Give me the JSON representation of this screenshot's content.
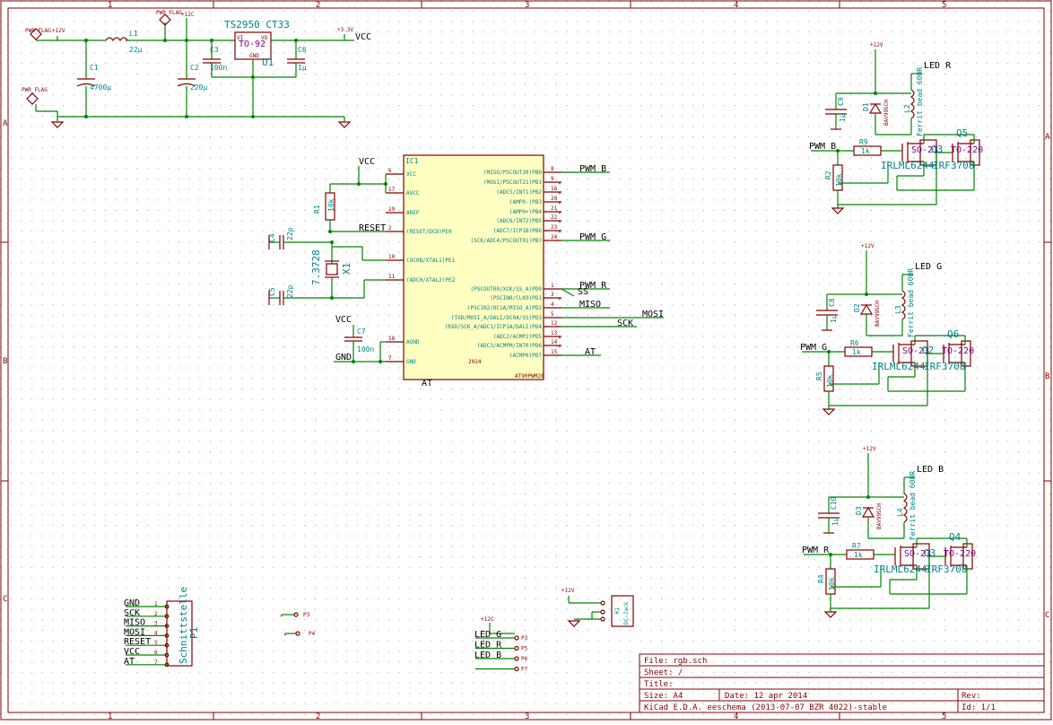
{
  "title_block": {
    "file": "File: rgb.sch",
    "sheet": "Sheet: /",
    "title": "Title:",
    "size": "Size: A4",
    "date": "Date: 12 apr 2014",
    "rev": "Rev:",
    "app": "KiCad E.D.A.  eeschema (2013-07-07 BZR 4022)-stable",
    "id": "Id: 1/1"
  },
  "border": {
    "cols": [
      "1",
      "2",
      "3",
      "4",
      "5"
    ],
    "rows": [
      "A",
      "B",
      "C"
    ]
  },
  "power": {
    "pwr_flag_1": "PWR_FLAG",
    "pwr_flag_2": "PWR_FLAG",
    "pwr_flag_3": "PWR_FLAG",
    "plus12_a": "+12V",
    "plus12_b": "+12C",
    "plus33": "+3.3V",
    "vcc_label": "VCC",
    "l1_ref": "L1",
    "l1_val": "22µ",
    "c1_ref": "C1",
    "c1_val": "4700µ",
    "c2_ref": "C2",
    "c2_val": "220µ",
    "c3_ref": "C3",
    "c3_val": "100n",
    "c6_ref": "C6",
    "c6_val": "1µ",
    "reg_name": "TS2950 CT33",
    "reg_pkg": "TO-92",
    "reg_ref": "U1",
    "reg_gnd": "GND",
    "reg_vi": "VI",
    "reg_vo": "VO"
  },
  "mcu": {
    "ref": "IC1",
    "name": "AT90PWM28",
    "dots": "2024",
    "label_at": "AT",
    "left_pins": [
      {
        "num": "6",
        "name": "VCC"
      },
      {
        "num": "17",
        "name": "AVCC"
      },
      {
        "num": "19",
        "name": "AREF"
      },
      {
        "num": "2",
        "name": "(RESET/DCD)PE0"
      },
      {
        "num": "10",
        "name": "(OC0B/XTAL1)PE1"
      },
      {
        "num": "11",
        "name": "(ADC0/XTAL2)PE2"
      },
      {
        "num": "18",
        "name": "AGND"
      },
      {
        "num": "7",
        "name": "GND"
      }
    ],
    "right_pins": [
      {
        "num": "8",
        "name": "(MISO/PSCOUT20)PB0"
      },
      {
        "num": "9",
        "name": "(MOSI/PSCOUT21)PB1"
      },
      {
        "num": "16",
        "name": "(ADC5/INT1)PB2"
      },
      {
        "num": "20",
        "name": "(AMP0-)PB3"
      },
      {
        "num": "21",
        "name": "(AMP0+)PB4"
      },
      {
        "num": "22",
        "name": "(ADC6/INT2)PB5"
      },
      {
        "num": "23",
        "name": "(ADC7/ICP1B)PB6"
      },
      {
        "num": "24",
        "name": "(SCK/ADC4/PSCOUT01)PB7"
      },
      {
        "num": "1",
        "name": "(PSCOUT00/XCK/SS_A)PD0"
      },
      {
        "num": "3",
        "name": "(PSCIN0/CLK0)PD1"
      },
      {
        "num": "4",
        "name": "(PSCIN2/OC1A/MISO_A)PD2"
      },
      {
        "num": "5",
        "name": "(TXD/MOSI_A/DALI/OC0A/SS)PD3"
      },
      {
        "num": "12",
        "name": "(RXD/SCK_A/ADC1/ICP1A/DALI)PD4"
      },
      {
        "num": "13",
        "name": "(ADC2/ACMP2)PD5"
      },
      {
        "num": "14",
        "name": "(ADC3/ACMPM/INT0)PD6"
      },
      {
        "num": "15",
        "name": "(ACMP0)PD7"
      }
    ]
  },
  "mcu_nets": {
    "vcc": "VCC",
    "reset": "RESET",
    "pwm_b": "PWM B",
    "pwm_g": "PWM G",
    "pwm_r": "PWM R",
    "ss": "SS",
    "miso": "MISO",
    "mosi": "MOSI",
    "sck": "SCK",
    "at": "AT",
    "vcc2": "VCC",
    "gnd": "GND",
    "r1_ref": "R1",
    "r1_val": "10k",
    "c4_ref": "C4",
    "c4_val": "22p",
    "c5_ref": "C5",
    "c5_val": "22p",
    "x1_ref": "X1",
    "x1_val": "7.3728",
    "c7_ref": "C7",
    "c7_val": "100n"
  },
  "drivers": [
    {
      "led": "LED R",
      "pwm": "PWM B",
      "pwr": "+12V",
      "cap": "C9",
      "cap_val": "1µ",
      "diode": "D1",
      "diode_val": "BAV99SCH",
      "ind": "L2",
      "ind_val": "Ferrit bead 600R",
      "res": "R9",
      "res_val": "1k",
      "pull": "R2",
      "pull_val": "10k",
      "q1": "Q3",
      "q2": "Q5",
      "q1_pkg": "SO-23",
      "q2_pkg": "TO-220",
      "q1_name": "IRLML6244",
      "q2_name": "IRF3708"
    },
    {
      "led": "LED G",
      "pwm": "PWM G",
      "pwr": "+12V",
      "cap": "C8",
      "cap_val": "1µ",
      "diode": "D2",
      "diode_val": "BAV99SCH",
      "ind": "L3",
      "ind_val": "Ferrit bead 600R",
      "res": "R6",
      "res_val": "1k",
      "pull": "R5",
      "pull_val": "10k",
      "q1": "Q2",
      "q2": "Q6",
      "q1_pkg": "SO-23",
      "q2_pkg": "TO-220",
      "q1_name": "IRLML6244",
      "q2_name": "IRF3708"
    },
    {
      "led": "LED B",
      "pwm": "PWM R",
      "pwr": "+12V",
      "cap": "C10",
      "cap_val": "1µ",
      "diode": "D3",
      "diode_val": "BAV99SCH",
      "ind": "L4",
      "ind_val": "Ferrit bead 600R",
      "res": "R7",
      "res_val": "1k",
      "pull": "R4",
      "pull_val": "10k",
      "q1": "Q3",
      "q2": "Q4",
      "q1_pkg": "SO-23",
      "q2_pkg": "TO-220",
      "q1_name": "IRLML6244",
      "q2_name": "IRF3708"
    }
  ],
  "connector_p1": {
    "ref": "P1",
    "name": "Schnittstelle",
    "pins": [
      {
        "num": "1",
        "net": "GND"
      },
      {
        "num": "2",
        "net": "SCK"
      },
      {
        "num": "3",
        "net": "MISO"
      },
      {
        "num": "4",
        "net": "MOSI"
      },
      {
        "num": "5",
        "net": "RESET"
      },
      {
        "num": "6",
        "net": "VCC"
      },
      {
        "num": "7",
        "net": "AT"
      }
    ]
  },
  "misc": {
    "p3": "P3",
    "p4": "P4",
    "k1_ref": "K1",
    "k1_name": "DC-Jack",
    "k1_pwr": "+12V",
    "led_conn_pwr": "+12C",
    "led_conn": [
      {
        "net": "LED G",
        "ref": "P3"
      },
      {
        "net": "LED R",
        "ref": "P5"
      },
      {
        "net": "LED B",
        "ref": "P6"
      },
      {
        "net": "",
        "ref": "P7"
      }
    ]
  }
}
